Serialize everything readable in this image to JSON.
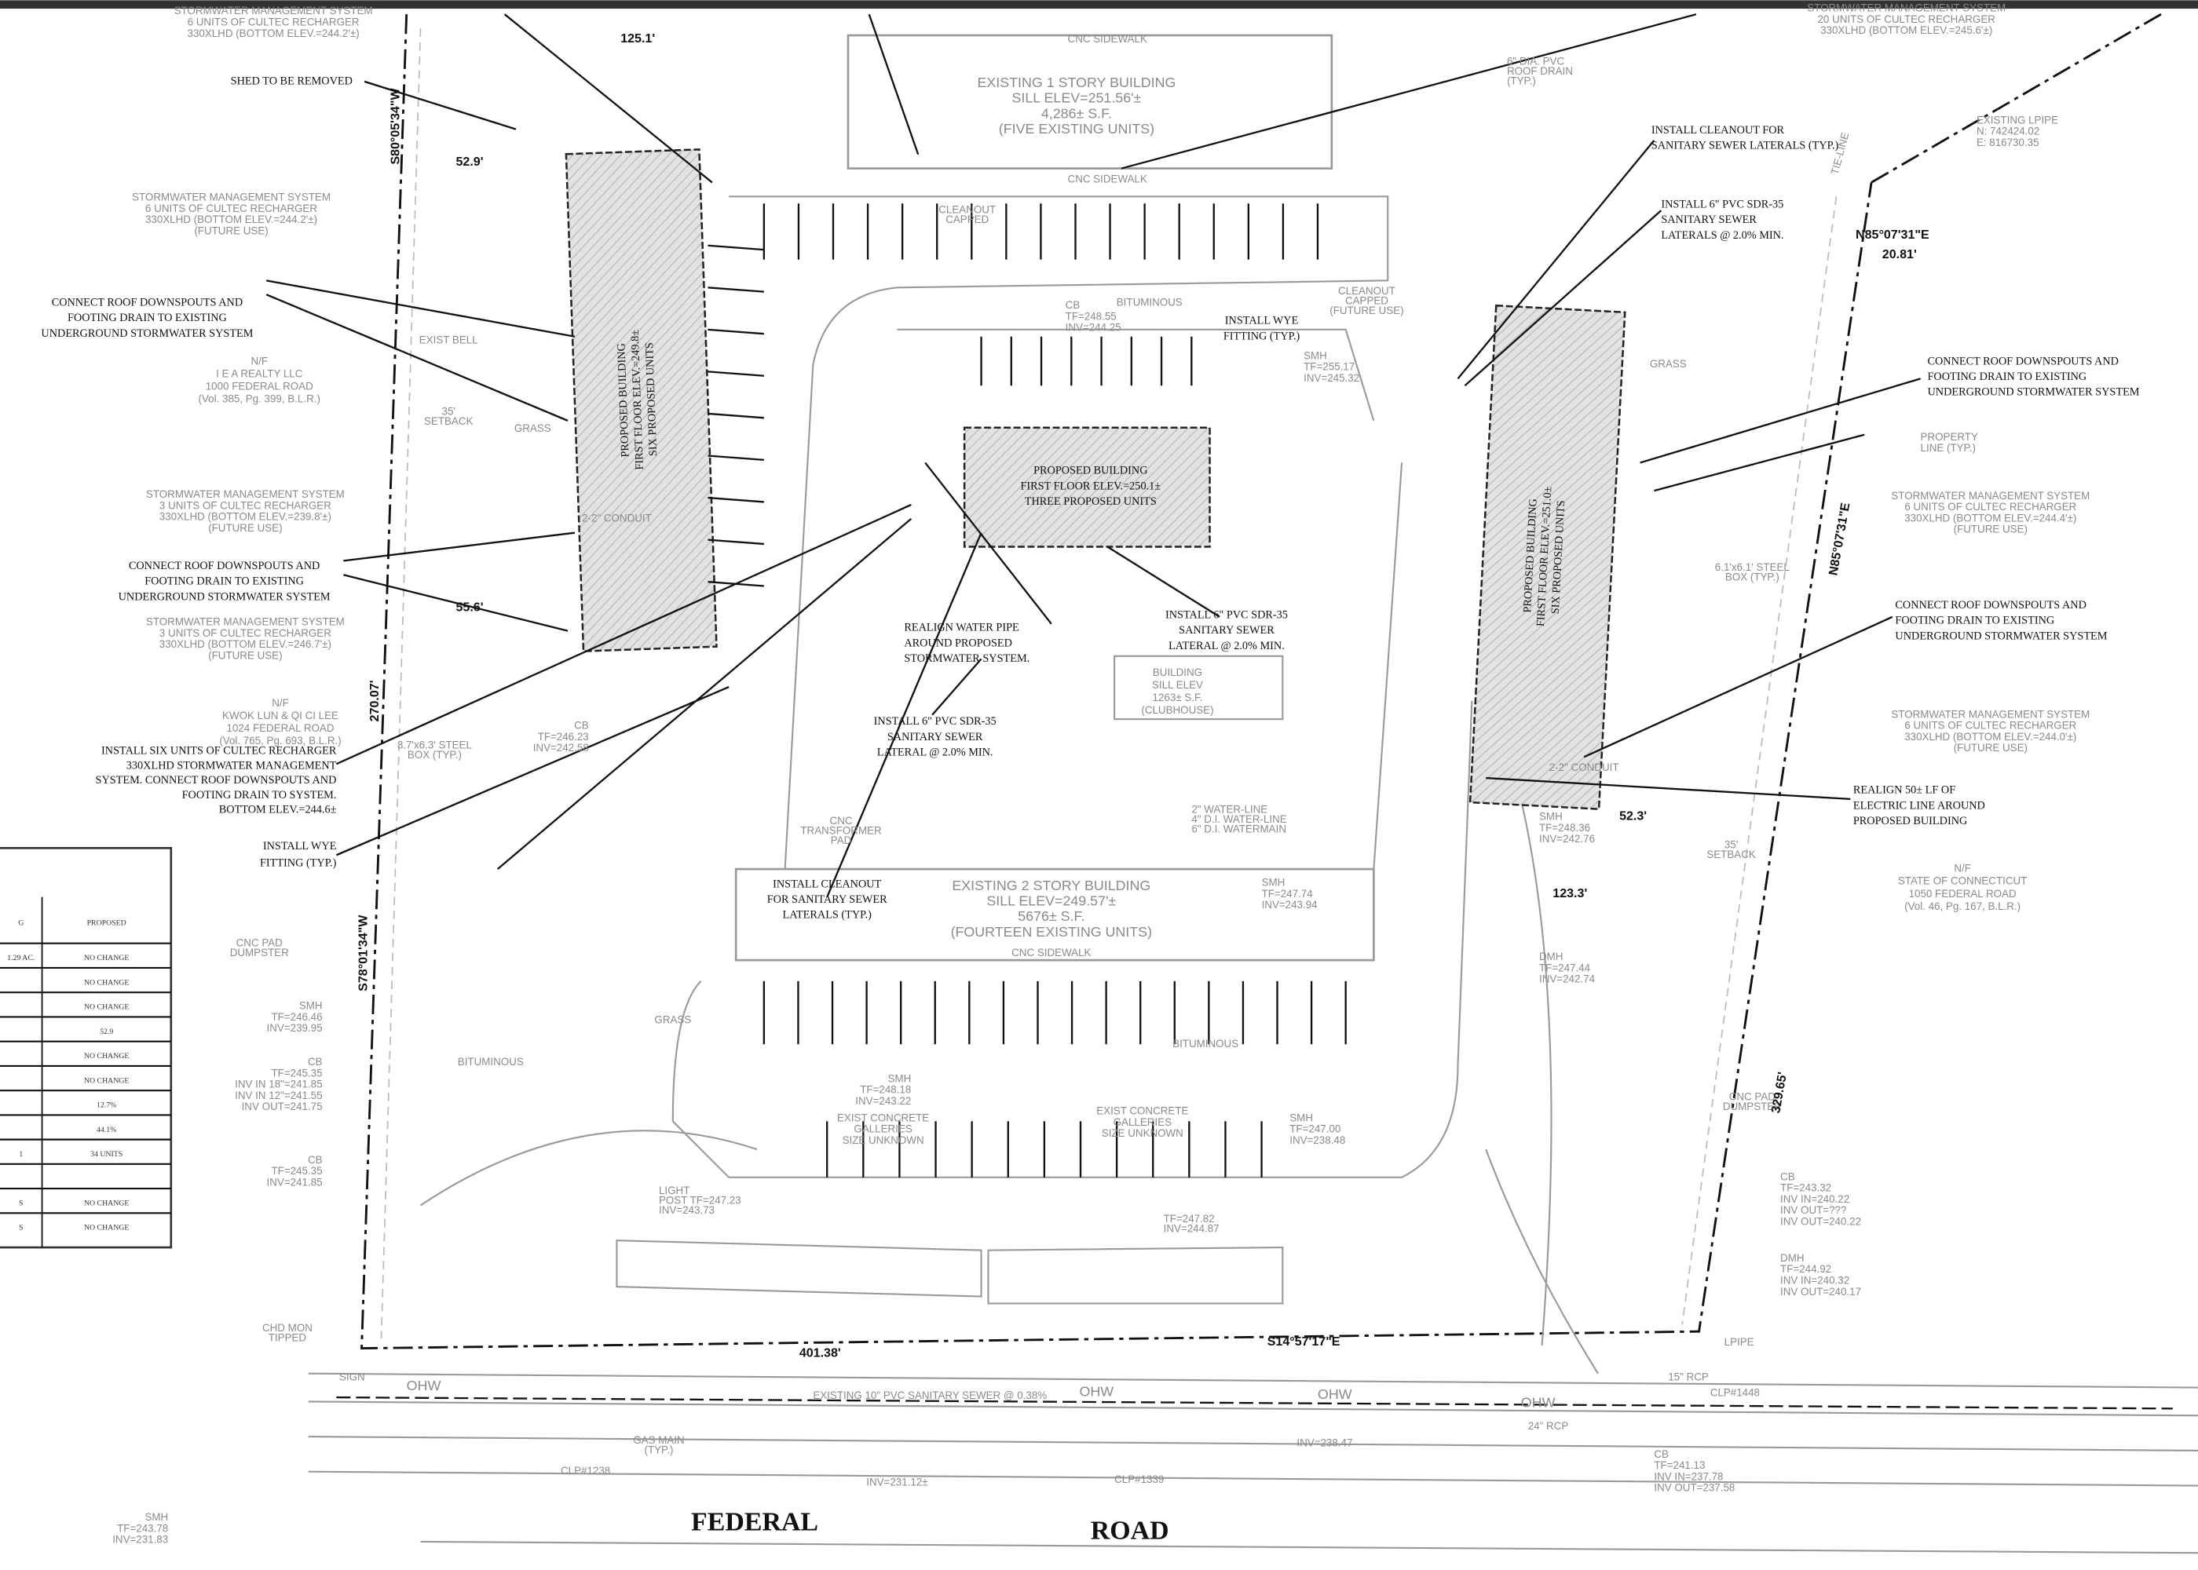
{
  "notes": {
    "shed": {
      "lines": [
        "SHED TO BE REMOVED"
      ]
    },
    "connect_left_1": {
      "lines": [
        "CONNECT ROOF DOWNSPOUTS AND",
        "FOOTING DRAIN TO EXISTING",
        "UNDERGROUND STORMWATER SYSTEM"
      ]
    },
    "connect_left_2": {
      "lines": [
        "CONNECT ROOF DOWNSPOUTS AND",
        "FOOTING DRAIN TO EXISTING",
        "UNDERGROUND STORMWATER SYSTEM"
      ]
    },
    "install_six": {
      "lines": [
        "INSTALL SIX UNITS OF CULTEC RECHARGER",
        "330XLHD STORMWATER MANAGEMENT",
        "SYSTEM. CONNECT ROOF DOWNSPOUTS AND",
        "FOOTING DRAIN TO SYSTEM.",
        "BOTTOM ELEV.=244.6±"
      ]
    },
    "wye_left": {
      "lines": [
        "INSTALL WYE",
        "FITTING (TYP.)"
      ]
    },
    "realign_water": {
      "lines": [
        "REALIGN WATER PIPE",
        "AROUND PROPOSED",
        "STORMWATER SYSTEM."
      ]
    },
    "lateral_1": {
      "lines": [
        "INSTALL 6\" PVC SDR-35",
        "SANITARY SEWER",
        "LATERAL @ 2.0% MIN."
      ]
    },
    "cleanout_1": {
      "lines": [
        "INSTALL CLEANOUT",
        "FOR SANITARY SEWER",
        "LATERALS (TYP.)"
      ]
    },
    "lateral_2": {
      "lines": [
        "INSTALL 6\" PVC SDR-35",
        "SANITARY SEWER",
        "LATERAL @ 2.0% MIN."
      ]
    },
    "wye_center": {
      "lines": [
        "INSTALL WYE",
        "FITTING (TYP.)"
      ]
    },
    "cleanout_right": {
      "lines": [
        "INSTALL CLEANOUT FOR",
        "SANITARY SEWER LATERALS (TYP.)"
      ]
    },
    "lateral_3": {
      "lines": [
        "INSTALL 6\" PVC SDR-35",
        "SANITARY SEWER",
        "LATERALS @ 2.0% MIN."
      ]
    },
    "connect_right_1": {
      "lines": [
        "CONNECT ROOF DOWNSPOUTS AND",
        "FOOTING DRAIN TO EXISTING",
        "UNDERGROUND STORMWATER SYSTEM"
      ]
    },
    "connect_right_2": {
      "lines": [
        "CONNECT ROOF DOWNSPOUTS AND",
        "FOOTING DRAIN TO EXISTING",
        "UNDERGROUND STORMWATER SYSTEM"
      ]
    },
    "realign_electric": {
      "lines": [
        "REALIGN 50± LF OF",
        "ELECTRIC LINE AROUND",
        "PROPOSED BUILDING"
      ]
    },
    "sms_top_left": {
      "lines": [
        "STORMWATER MANAGEMENT SYSTEM",
        "6 UNITS OF CULTEC RECHARGER",
        "330XLHD (BOTTOM ELEV.=244.2'±)"
      ]
    },
    "sms_left_1": {
      "lines": [
        "STORMWATER MANAGEMENT SYSTEM",
        "6 UNITS OF CULTEC RECHARGER",
        "330XLHD (BOTTOM ELEV.=244.2'±)",
        "(FUTURE USE)"
      ]
    },
    "sms_left_2": {
      "lines": [
        "STORMWATER MANAGEMENT SYSTEM",
        "3 UNITS OF CULTEC RECHARGER",
        "330XLHD (BOTTOM ELEV.=239.8'±)",
        "(FUTURE USE)"
      ]
    },
    "sms_left_3": {
      "lines": [
        "STORMWATER MANAGEMENT SYSTEM",
        "3 UNITS OF CULTEC RECHARGER",
        "330XLHD (BOTTOM ELEV.=246.7'±)",
        "(FUTURE USE)"
      ]
    },
    "sms_top_right": {
      "lines": [
        "STORMWATER MANAGEMENT SYSTEM",
        "20 UNITS OF CULTEC RECHARGER",
        "330XLHD (BOTTOM ELEV.=245.6'±)"
      ]
    },
    "sms_right_1": {
      "lines": [
        "STORMWATER MANAGEMENT SYSTEM",
        "6 UNITS OF CULTEC RECHARGER",
        "330XLHD (BOTTOM ELEV.=244.4'±)",
        "(FUTURE USE)"
      ]
    },
    "sms_right_2": {
      "lines": [
        "STORMWATER MANAGEMENT SYSTEM",
        "6 UNITS OF CULTEC RECHARGER",
        "330XLHD (BOTTOM ELEV.=244.0'±)",
        "(FUTURE USE)"
      ]
    },
    "nf_iea": {
      "lines": [
        "N/F",
        "I E A REALTY LLC",
        "1000 FEDERAL ROAD",
        "(Vol. 385, Pg. 399, B.L.R.)"
      ]
    },
    "nf_kwok": {
      "lines": [
        "N/F",
        "KWOK LUN & QI CI LEE",
        "1024 FEDERAL ROAD",
        "(Vol. 765, Pg. 693, B.L.R.)"
      ]
    },
    "nf_state": {
      "lines": [
        "N/F",
        "STATE OF CONNECTICUT",
        "1050 FEDERAL ROAD",
        "(Vol. 46, Pg. 167, B.L.R.)"
      ]
    },
    "lpipe": {
      "lines": [
        "EXISTING LPIPE",
        "N: 742424.02",
        "E: 816730.35"
      ]
    },
    "property_line": {
      "lines": [
        "PROPERTY",
        "LINE (TYP.)"
      ]
    },
    "existing_bldg_1": {
      "lines": [
        "EXISTING 1 STORY BUILDING",
        "SILL ELEV=251.56'±",
        "4,286± S.F.",
        "(FIVE EXISTING UNITS)"
      ]
    },
    "existing_bldg_2": {
      "lines": [
        "EXISTING 2 STORY BUILDING",
        "SILL ELEV=249.57'±",
        "5676± S.F.",
        "(FOURTEEN EXISTING UNITS)"
      ]
    },
    "clubhouse": {
      "lines": [
        "BUILDING",
        "SILL ELEV",
        "1263± S.F.",
        "(CLUBHOUSE)"
      ]
    },
    "proposed_center": {
      "lines": [
        "PROPOSED BUILDING",
        "FIRST FLOOR ELEV.=250.1±",
        "THREE PROPOSED UNITS"
      ]
    },
    "proposed_left": {
      "lines": [
        "PROPOSED BUILDING",
        "FIRST FLOOR ELEV.=249.8±",
        "SIX PROPOSED UNITS"
      ]
    },
    "proposed_right": {
      "lines": [
        "PROPOSED BUILDING",
        "FIRST FLOOR ELEV.=251.0±",
        "SIX PROPOSED UNITS"
      ]
    },
    "cb_top": {
      "lines": [
        "CB",
        "TF=248.55",
        "INV=244.25"
      ]
    },
    "smh_right_top": {
      "lines": [
        "SMH",
        "TF=255.17",
        "INV=245.32"
      ]
    },
    "cb_left": {
      "lines": [
        "CB",
        "TF=246.23",
        "INV=242.58"
      ]
    },
    "smh_left": {
      "lines": [
        "SMH",
        "TF=246.46",
        "INV=239.95"
      ]
    },
    "cb_left_2": {
      "lines": [
        "CB",
        "TF=245.35",
        "INV IN 18\"=241.85",
        "INV IN 12\"=241.55",
        "INV OUT=241.75"
      ]
    },
    "cb_left_3": {
      "lines": [
        "CB",
        "TF=245.35",
        "INV=241.85"
      ]
    },
    "smh_center": {
      "lines": [
        "SMH",
        "TF=248.18",
        "INV=243.22"
      ]
    },
    "smh_bldg2": {
      "lines": [
        "SMH",
        "TF=247.74",
        "INV=243.94"
      ]
    },
    "smh_right_mid": {
      "lines": [
        "SMH",
        "TF=248.36",
        "INV=242.76"
      ]
    },
    "dmh_right": {
      "lines": [
        "DMH",
        "TF=247.44",
        "INV=242.74"
      ]
    },
    "smh_bottom": {
      "lines": [
        "SMH",
        "TF=247.00",
        "INV=238.48"
      ]
    },
    "lightpost_1": {
      "lines": [
        "LIGHT",
        "POST TF=247.23",
        "INV=243.73"
      ]
    },
    "cb_bottom": {
      "lines": [
        "TF=247.82",
        "INV=244.87"
      ]
    },
    "cb_far_right": {
      "lines": [
        "CB",
        "TF=243.32",
        "INV IN=240.22",
        "INV OUT=???",
        "INV OUT=240.22"
      ]
    },
    "dmh_far_right": {
      "lines": [
        "DMH",
        "TF=244.92",
        "INV IN=240.32",
        "INV OUT=240.17"
      ]
    },
    "smh_road": {
      "lines": [
        "SMH",
        "TF=243.78",
        "INV=231.83"
      ]
    },
    "cb_road": {
      "lines": [
        "CB",
        "TF=241.13",
        "INV IN=237.78",
        "INV OUT=237.58"
      ]
    },
    "galleries_1": {
      "lines": [
        "EXIST CONCRETE",
        "GALLERIES",
        "SIZE UNKNOWN"
      ]
    },
    "galleries_2": {
      "lines": [
        "EXIST CONCRETE",
        "GALLERIES",
        "SIZE UNKNOWN"
      ]
    },
    "sidewalk_top": {
      "lines": [
        "CNC SIDEWALK"
      ]
    },
    "sidewalk_mid": {
      "lines": [
        "CNC SIDEWALK"
      ]
    },
    "sidewalk_b2": {
      "lines": [
        "CNC SIDEWALK"
      ]
    },
    "grass_1": {
      "lines": [
        "GRASS"
      ]
    },
    "grass_2": {
      "lines": [
        "GRASS"
      ]
    },
    "grass_3": {
      "lines": [
        "GRASS"
      ]
    },
    "bituminous_1": {
      "lines": [
        "BITUMINOUS"
      ]
    },
    "bituminous_2": {
      "lines": [
        "BITUMINOUS"
      ]
    },
    "bituminous_3": {
      "lines": [
        "BITUMINOUS"
      ]
    },
    "exist_bell": {
      "lines": [
        "EXIST BELL"
      ]
    },
    "setback_left": {
      "lines": [
        "35'",
        "SETBACK"
      ]
    },
    "setback_right": {
      "lines": [
        "35'",
        "SETBACK"
      ]
    },
    "transformer": {
      "lines": [
        "CNC",
        "TRANSFORMER",
        "PAD"
      ]
    },
    "dumpster": {
      "lines": [
        "CNC PAD",
        "DUMPSTER"
      ]
    },
    "dumpster_right": {
      "lines": [
        "CNC PAD",
        "DUMPSTER"
      ]
    },
    "sewer_road": {
      "lines": [
        "EXISTING 10\" PVC SANITARY SEWER @ 0.38%"
      ]
    },
    "gas_main": {
      "lines": [
        "GAS MAIN",
        "(TYP.)"
      ]
    },
    "inv_road": {
      "lines": [
        "INV=231.12±"
      ]
    },
    "inv_road_2": {
      "lines": [
        "INV=238.47"
      ]
    },
    "rcp_15": {
      "lines": [
        "15\" RCP"
      ]
    },
    "rcp_24": {
      "lines": [
        "24\" RCP"
      ]
    },
    "clp_1238": {
      "lines": [
        "CLP#1238"
      ]
    },
    "clp_1339": {
      "lines": [
        "CLP#1339"
      ]
    },
    "clp_1448": {
      "lines": [
        "CLP#1448"
      ]
    },
    "chd_mon": {
      "lines": [
        "CHD MON",
        "TIPPED"
      ]
    },
    "lpipe_bottom": {
      "lines": [
        "LPIPE"
      ]
    },
    "tie_line": {
      "lines": [
        "TIE-LINE"
      ]
    },
    "conduit_1": {
      "lines": [
        "2-2\" CONDUIT"
      ]
    },
    "conduit_2": {
      "lines": [
        "2-2\" CONDUIT"
      ]
    },
    "water_line": {
      "lines": [
        "2\" WATER-LINE",
        "4\" D.I. WATER-LINE",
        "6\" D.I. WATERMAIN"
      ]
    },
    "steel_box_left": {
      "lines": [
        "3.7'x6.3' STEEL",
        "BOX (TYP.)"
      ]
    },
    "steel_box_right": {
      "lines": [
        "6.1'x6.1' STEEL",
        "BOX (TYP.)"
      ]
    },
    "cleanout_capped_1": {
      "lines": [
        "CLEANOUT",
        "CAPPED"
      ]
    },
    "cleanout_capped_2": {
      "lines": [
        "CLEANOUT",
        "CAPPED",
        "(FUTURE USE)"
      ]
    },
    "roof_drain": {
      "lines": [
        "6\" DIA. PVC",
        "ROOF DRAIN",
        "(TYP.)"
      ]
    }
  },
  "dimensions": {
    "d_529": "52.9'",
    "d_556": "55.6'",
    "d_523": "52.3'",
    "d_2081": "20.81'",
    "d_40138": "401.38'",
    "bearing_bottom": "S14°57'17\"E",
    "bearing_top_right": "N85°07'31\"E",
    "d_27007": "270.07'",
    "d_32965": "329.65'",
    "bearing_left_bottom": "S78°01'34\"W",
    "bearing_left_top": "S80°05'34\"W",
    "bearing_right": "N85°07'31\"E",
    "d_1251": "125.1'",
    "d_1233": "123.3'"
  },
  "road": {
    "word1": "FEDERAL",
    "word2": "ROAD",
    "ohw": "OHW",
    "sign": "SIGN"
  },
  "zoning_table": {
    "header_left": "G",
    "header_right": "PROPOSED",
    "rows": [
      {
        "existing": "1.29 AC.",
        "proposed": "NO CHANGE"
      },
      {
        "existing": "",
        "proposed": "NO CHANGE"
      },
      {
        "existing": "",
        "proposed": "NO CHANGE"
      },
      {
        "existing": "",
        "proposed": "52.9"
      },
      {
        "existing": "",
        "proposed": "NO CHANGE"
      },
      {
        "existing": "",
        "proposed": "NO CHANGE"
      },
      {
        "existing": "",
        "proposed": "12.7%"
      },
      {
        "existing": "",
        "proposed": "44.1%"
      },
      {
        "existing": "1",
        "proposed": "34 UNITS"
      },
      {
        "existing": "",
        "proposed": ""
      },
      {
        "existing": "S",
        "proposed": "NO CHANGE"
      },
      {
        "existing": "S",
        "proposed": "NO CHANGE"
      }
    ]
  }
}
